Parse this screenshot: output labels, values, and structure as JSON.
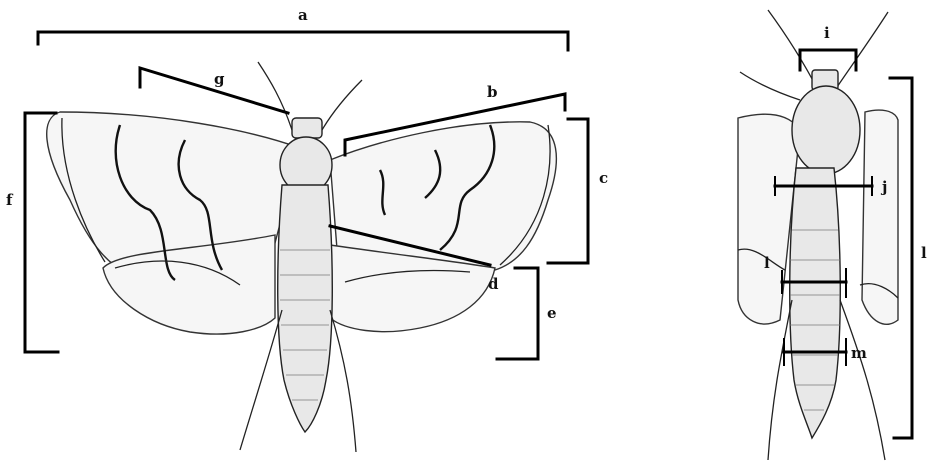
{
  "labels": {
    "a": "a",
    "b": "b",
    "c": "c",
    "d": "d",
    "e": "e",
    "f": "f",
    "g": "g",
    "i": "i",
    "j": "j",
    "l_left": "l",
    "l_right": "l",
    "m": "m"
  },
  "colors": {
    "ink": "#111111",
    "background": "#ffffff"
  }
}
